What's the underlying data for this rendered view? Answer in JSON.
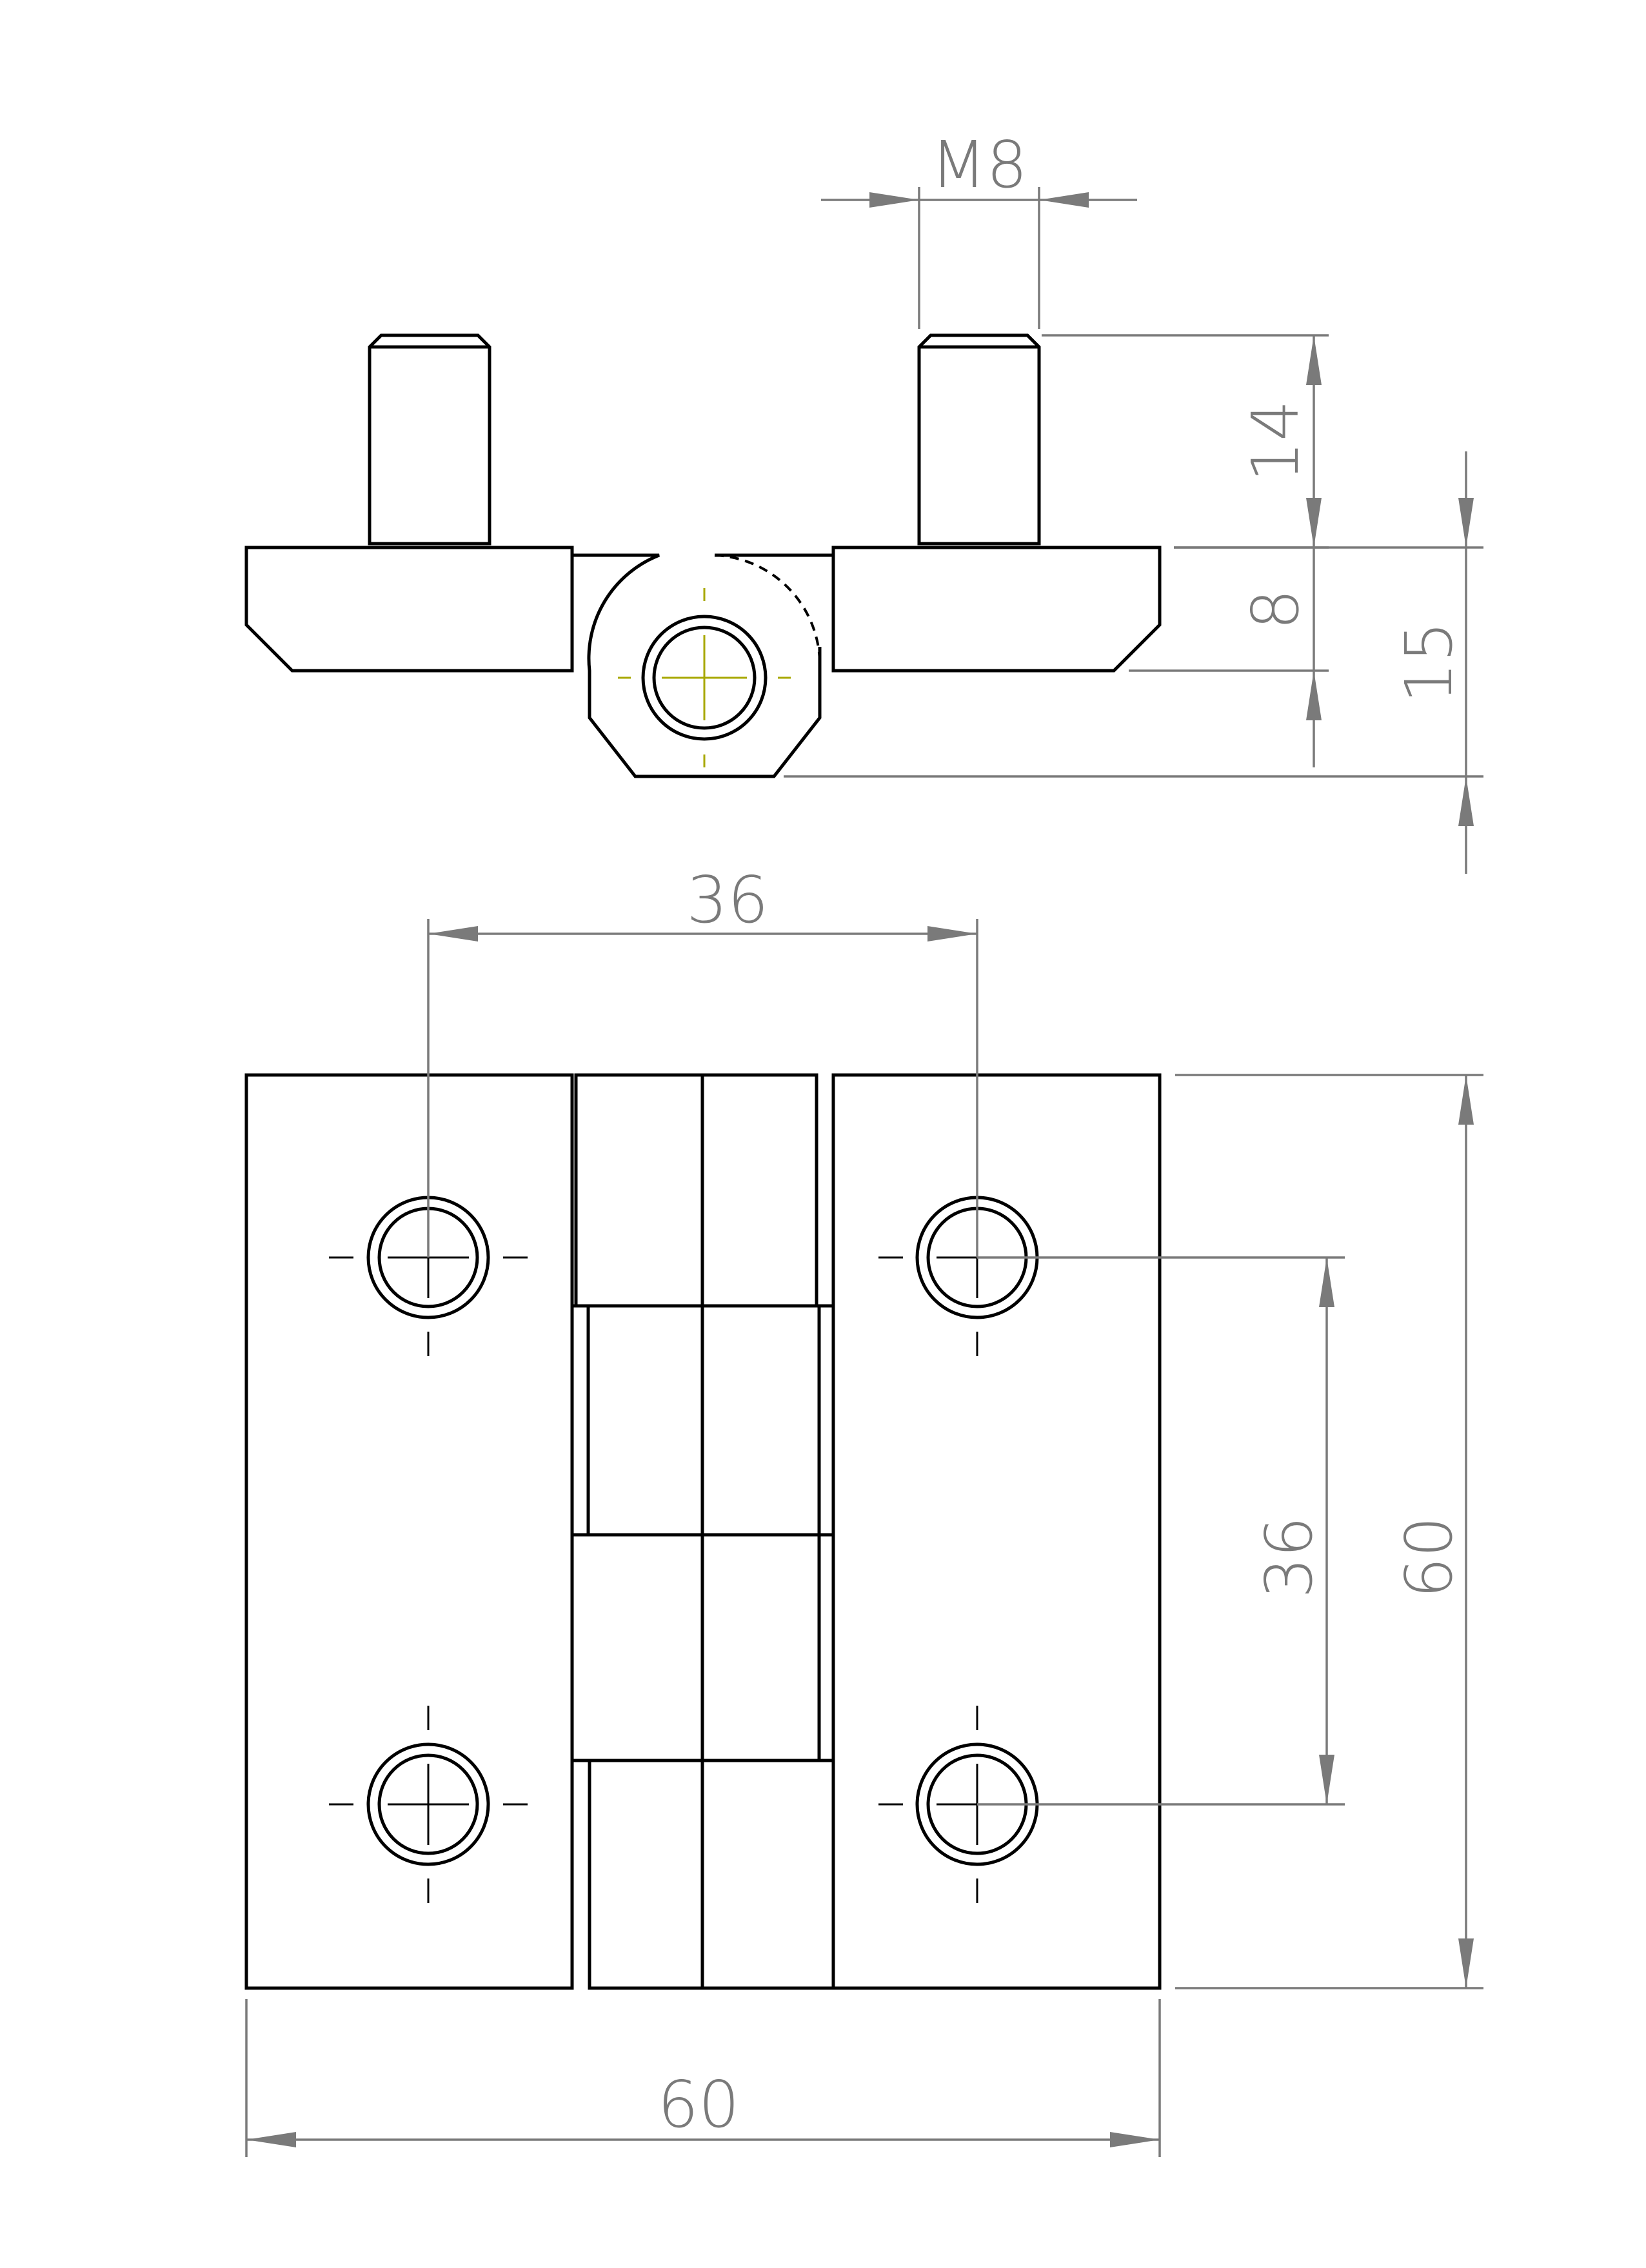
{
  "drawing": {
    "subject": "hinge",
    "views": [
      "side-view",
      "front-view"
    ],
    "line_color": "#000000",
    "dimension_color": "#7a7a7a",
    "centerline_accent_color": "#a8a800"
  },
  "dimensions": {
    "thread": "M8",
    "stud_length": "14",
    "leaf_thickness": "8",
    "total_height": "15",
    "hole_spacing_horizontal": "36",
    "hole_spacing_vertical": "36",
    "overall_height": "60",
    "overall_width": "60"
  }
}
